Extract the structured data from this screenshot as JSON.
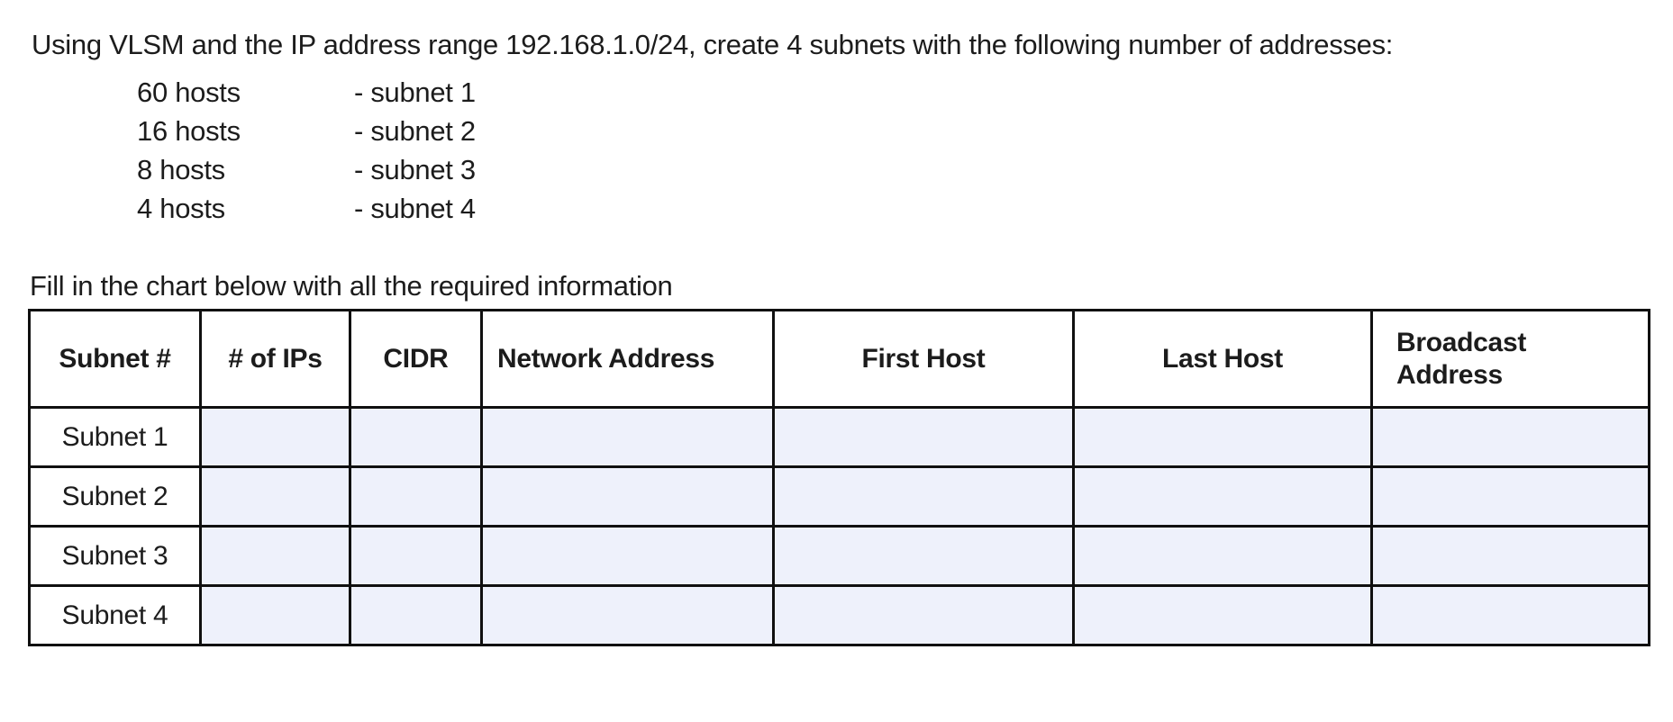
{
  "instructions": {
    "title": "Using VLSM and the IP address range 192.168.1.0/24, create 4 subnets with the following number of addresses:",
    "fill_prompt": "Fill in the chart below with all the required information"
  },
  "requirements": [
    {
      "hosts": "60 hosts",
      "subnet": "- subnet 1"
    },
    {
      "hosts": "16 hosts",
      "subnet": "- subnet 2"
    },
    {
      "hosts": "8 hosts",
      "subnet": "- subnet 3"
    },
    {
      "hosts": "4 hosts",
      "subnet": "- subnet 4"
    }
  ],
  "table": {
    "columns": [
      "Subnet #",
      "# of IPs",
      "CIDR",
      "Network Address",
      "First Host",
      "Last Host",
      "Broadcast Address"
    ],
    "rows": [
      {
        "label": "Subnet 1",
        "num_ips": "",
        "cidr": "",
        "network_address": "",
        "first_host": "",
        "last_host": "",
        "broadcast_address": ""
      },
      {
        "label": "Subnet 2",
        "num_ips": "",
        "cidr": "",
        "network_address": "",
        "first_host": "",
        "last_host": "",
        "broadcast_address": ""
      },
      {
        "label": "Subnet 3",
        "num_ips": "",
        "cidr": "",
        "network_address": "",
        "first_host": "",
        "last_host": "",
        "broadcast_address": ""
      },
      {
        "label": "Subnet 4",
        "num_ips": "",
        "cidr": "",
        "network_address": "",
        "first_host": "",
        "last_host": "",
        "broadcast_address": ""
      }
    ]
  },
  "colors": {
    "cell_fill": "#EEF1FB",
    "border": "#101010",
    "text": "#1C1C1C"
  }
}
